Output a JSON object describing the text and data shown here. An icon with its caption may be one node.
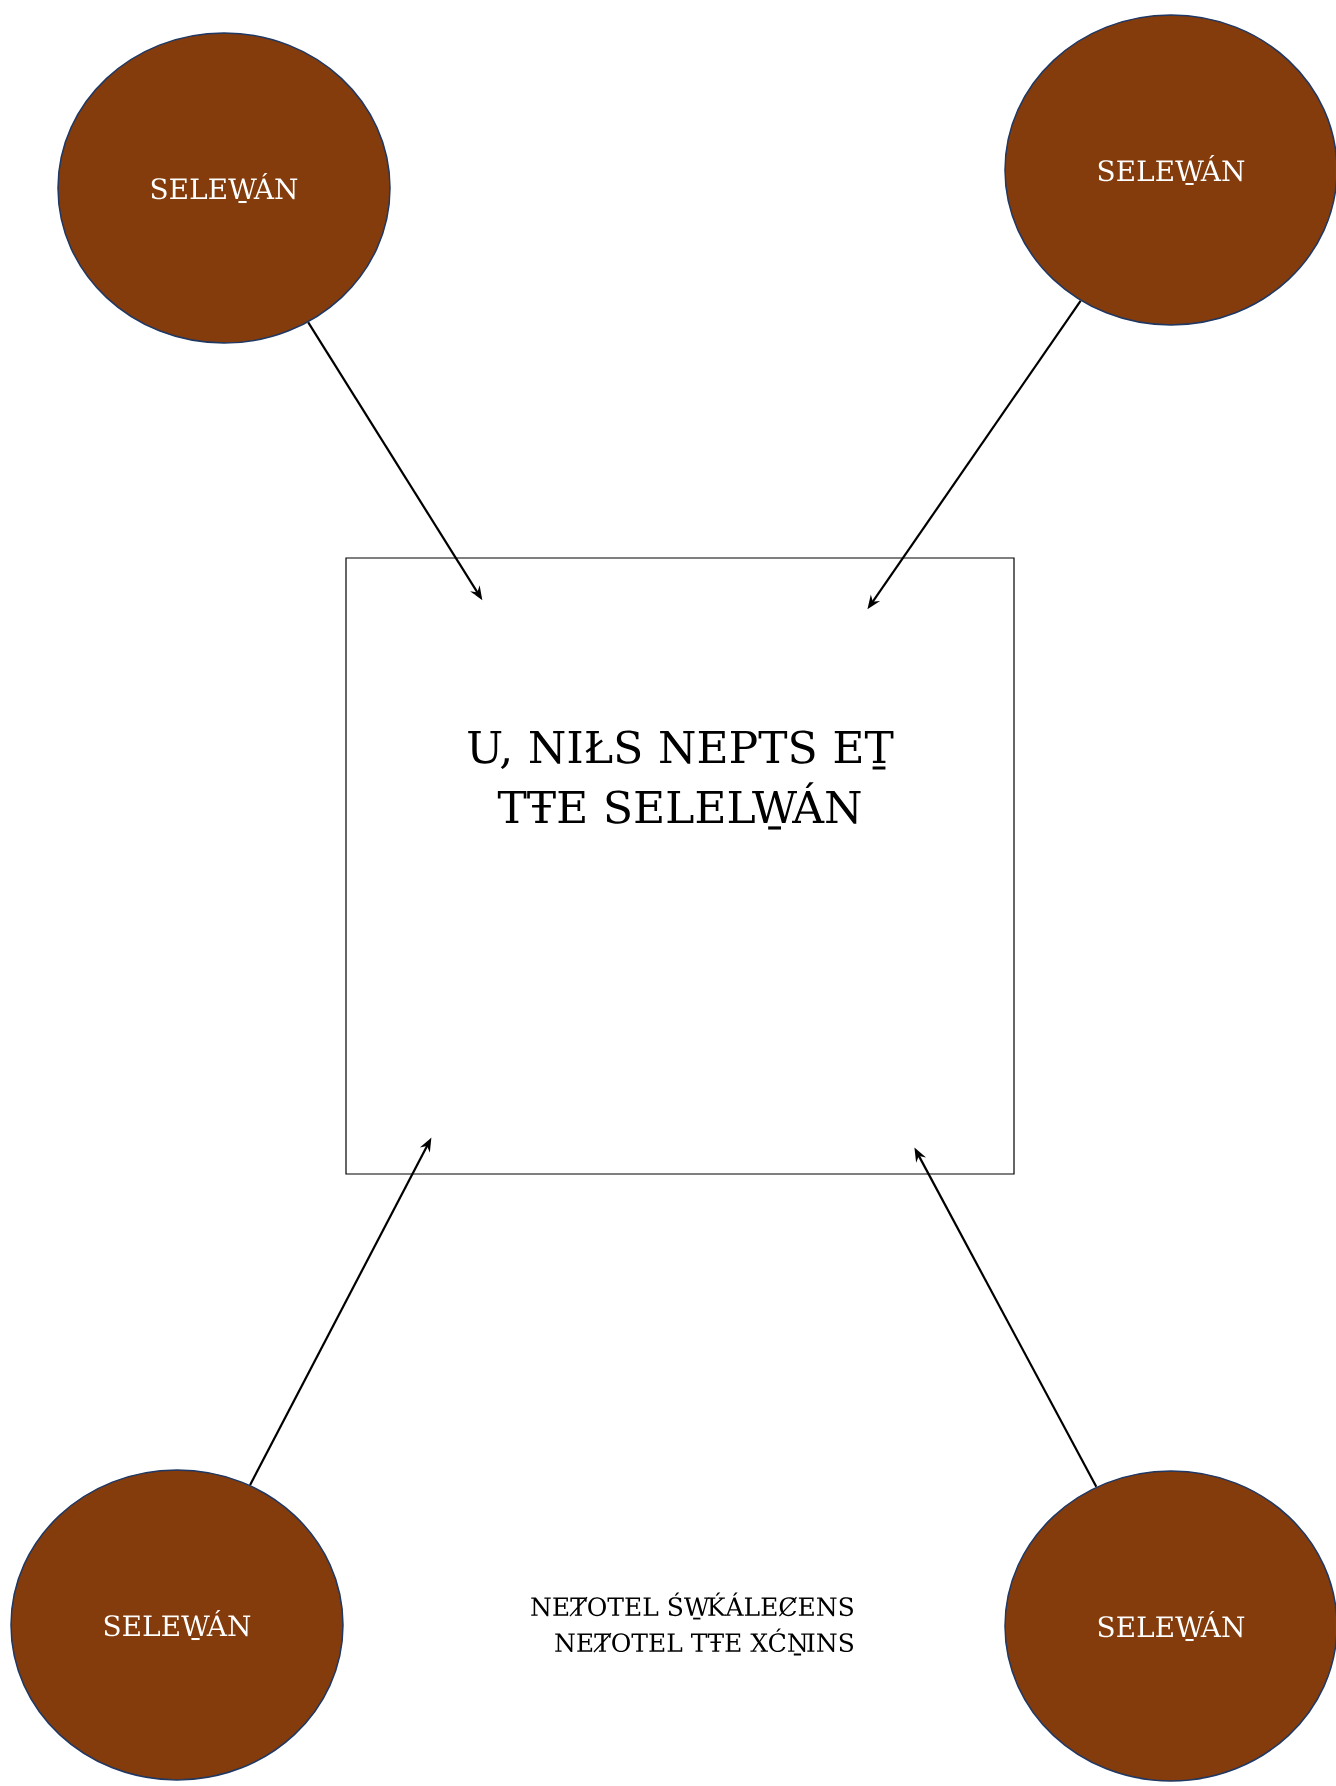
{
  "diagram": {
    "nodes": [
      {
        "text": [
          "SELEW̱ÁN"
        ]
      },
      {
        "text": [
          "SELEW̱ÁN"
        ]
      },
      {
        "text": [
          "U, NIŁS NEPTS EṮ TŦE SELELW̱ÁN"
        ]
      },
      {
        "text": [
          "SELEW̱ÁN"
        ]
      },
      {
        "text": [
          "SELEW̱ÁN"
        ]
      }
    ],
    "edges": [
      {
        "from": 0,
        "to": 2,
        "arrow": "to"
      },
      {
        "from": 1,
        "to": 2,
        "arrow": "to"
      },
      {
        "from": 3,
        "to": 2,
        "arrow": "to"
      },
      {
        "from": 4,
        "to": 2,
        "arrow": "to"
      }
    ],
    "labels": [
      "NEȾOTEL ŚW̱ḰÁLEȻENS",
      "NEȾOTEL TŦE XĆṈINS"
    ]
  }
}
